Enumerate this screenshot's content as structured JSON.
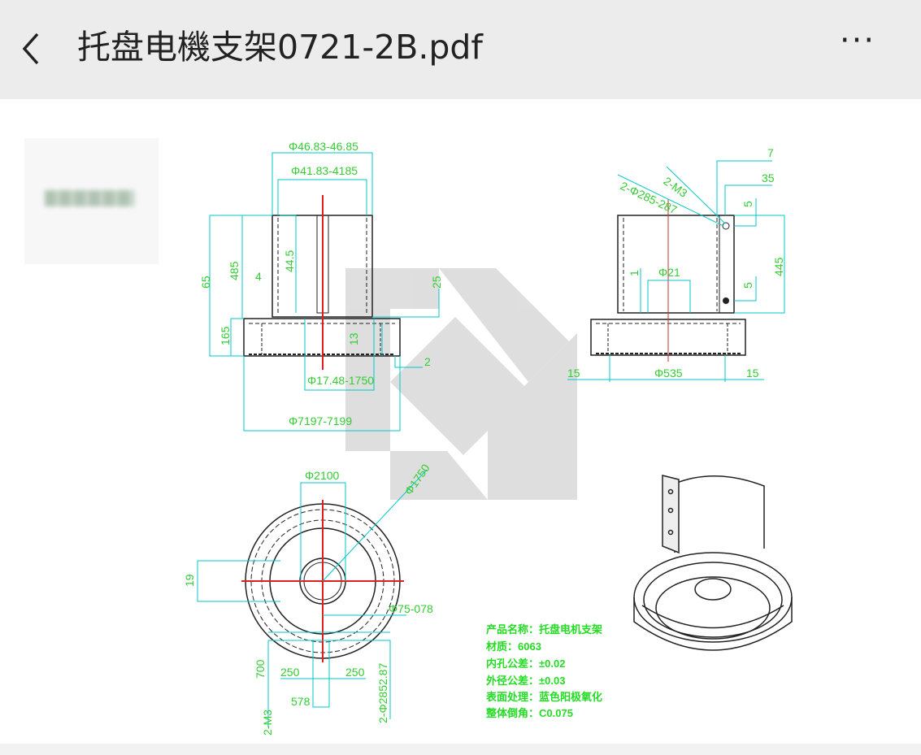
{
  "header": {
    "title": "托盘电機支架0721-2B.pdf",
    "back_icon": "chevron-left-icon",
    "more_icon": "ellipsis-icon",
    "more_label": "···"
  },
  "colors": {
    "dimension": "#00c8c8",
    "text": "#33cc33",
    "centerline": "#e02020",
    "outline": "#222222",
    "header_bg": "#ececec"
  },
  "front_view": {
    "d1": "Φ46.83-46.85",
    "d2": "Φ41.83-4185",
    "h65": "65",
    "h485": "485",
    "h445": "44.5",
    "h4": "4",
    "h165": "165",
    "h25": "25",
    "h13": "13",
    "h2": "2",
    "d3": "Φ17.48-1750",
    "d4": "Φ7197-7199"
  },
  "side_view": {
    "m3": "2-M3",
    "holes": "2-Φ285-287",
    "d7": "7",
    "d35": "35",
    "d5a": "5",
    "d5b": "5",
    "h445": "445",
    "d1": "1",
    "d21": "Φ21",
    "w15a": "15",
    "d535": "Φ535",
    "w15b": "15"
  },
  "top_view": {
    "d2100": "Φ2100",
    "d1750": "Φ1750",
    "h19": "19",
    "d075": "Φ75-078",
    "h700": "700",
    "w250a": "250",
    "w250b": "250",
    "w578": "578",
    "m3": "2-M3",
    "holes": "2-Φ2852.87"
  },
  "notes": [
    "产品名称：托盘电机支架",
    "材质：6063",
    "内孔公差：±0.02",
    "外径公差：±0.03",
    "表面处理：蓝色阳极氧化",
    "整体倒角：C0.075"
  ]
}
